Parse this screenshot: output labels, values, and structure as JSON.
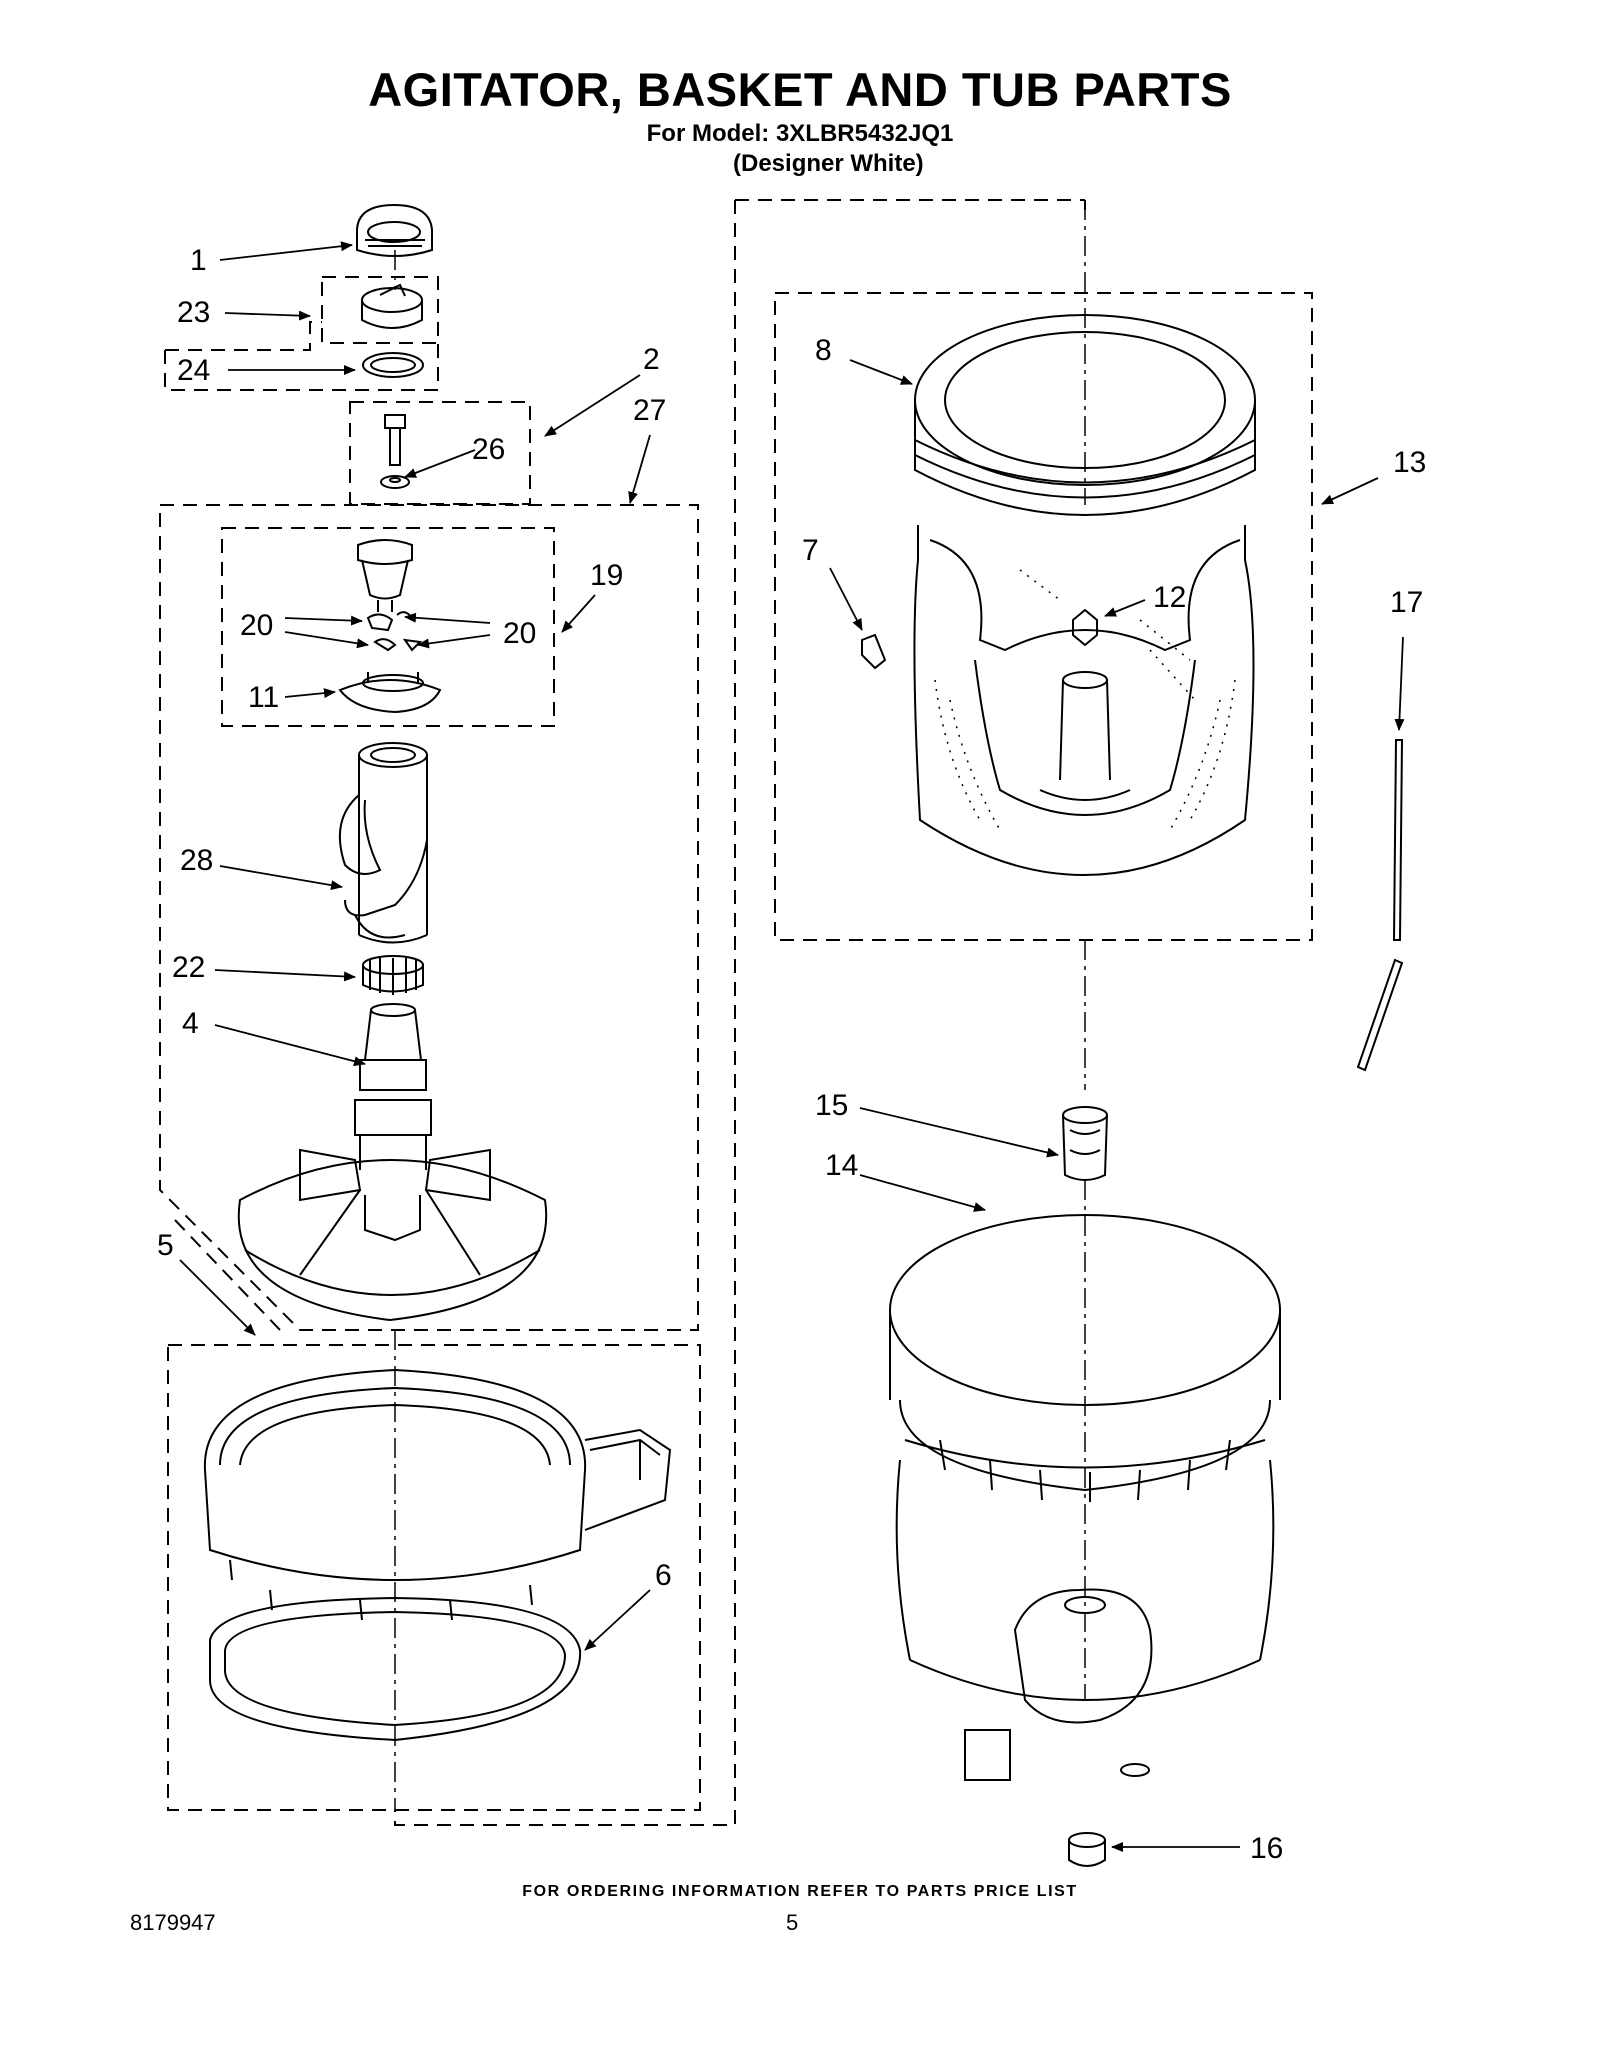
{
  "title": "AGITATOR, BASKET AND TUB PARTS",
  "subtitle": "For Model: 3XLBR5432JQ1",
  "subtitle2": "(Designer White)",
  "footer": "FOR ORDERING INFORMATION REFER TO PARTS PRICE LIST",
  "doc_number": "8179947",
  "page_number": "5",
  "callouts": {
    "c1": "1",
    "c2": "2",
    "c4": "4",
    "c5": "5",
    "c6": "6",
    "c7": "7",
    "c8": "8",
    "c11": "11",
    "c12": "12",
    "c13": "13",
    "c14": "14",
    "c15": "15",
    "c16": "16",
    "c17": "17",
    "c19": "19",
    "c20a": "20",
    "c20b": "20",
    "c22": "22",
    "c23": "23",
    "c24": "24",
    "c26": "26",
    "c27": "27",
    "c28": "28"
  }
}
